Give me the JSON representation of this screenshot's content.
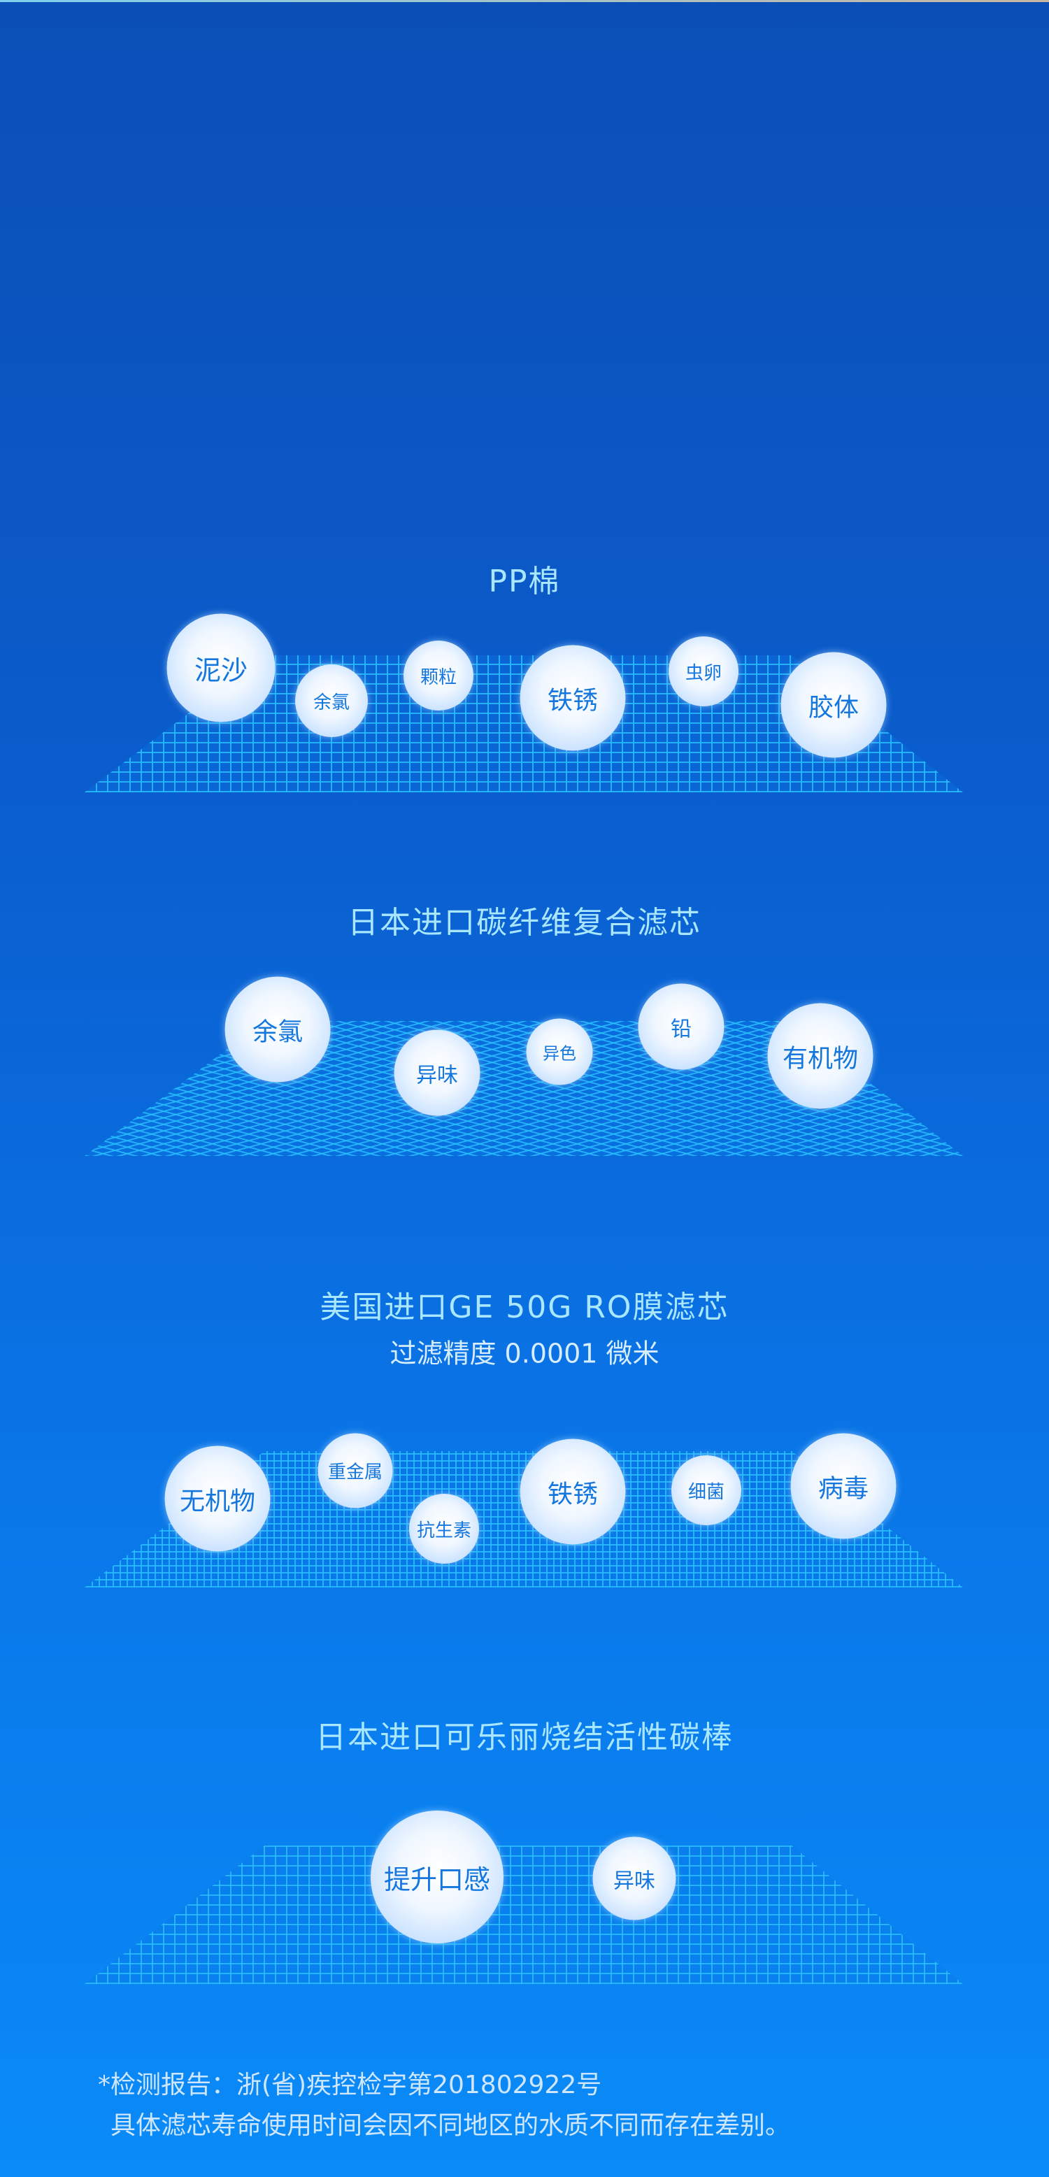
{
  "sections": [
    {
      "title": "PP棉",
      "bubbles": [
        "泥沙",
        "余氯",
        "颗粒",
        "铁锈",
        "虫卵",
        "胶体"
      ]
    },
    {
      "title": "日本进口碳纤维复合滤芯",
      "bubbles": [
        "余氯",
        "异味",
        "异色",
        "铅",
        "有机物"
      ]
    },
    {
      "title": "美国进口GE 50G RO膜滤芯",
      "subtitle": "过滤精度 0.0001 微米",
      "bubbles": [
        "无机物",
        "重金属",
        "抗生素",
        "铁锈",
        "细菌",
        "病毒"
      ]
    },
    {
      "title": "日本进口可乐丽烧结活性碳棒",
      "bubbles": [
        "提升口感",
        "异味"
      ]
    }
  ],
  "footer": {
    "line1": "*检测报告：浙(省)疾控检字第201802922号",
    "line2": "具体滤芯寿命使用时间会因不同地区的水质不同而存在差别。"
  }
}
